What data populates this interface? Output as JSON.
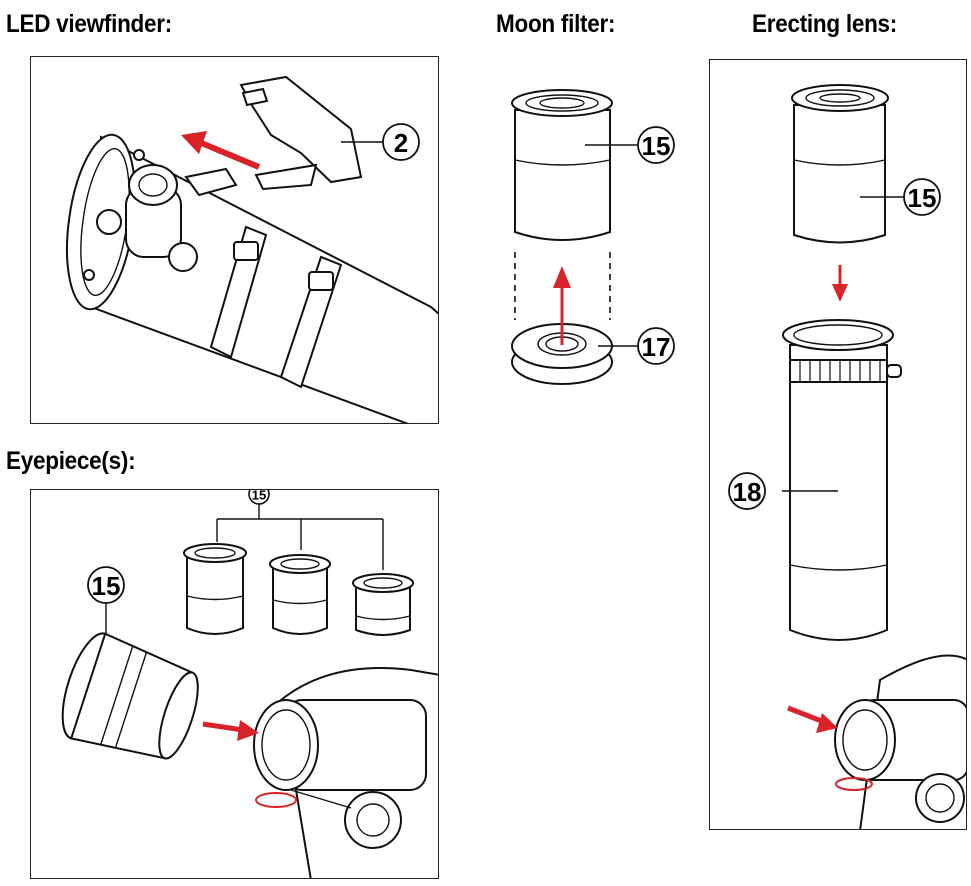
{
  "sections": {
    "led_viewfinder": {
      "title": "LED viewfinder:"
    },
    "moon_filter": {
      "title": "Moon filter:"
    },
    "erecting_lens": {
      "title": "Erecting lens:"
    },
    "eyepieces": {
      "title": "Eyepiece(s):"
    }
  },
  "callouts": {
    "viewfinder_part": "2",
    "moon_eyepiece": "15",
    "moon_filter_part": "17",
    "erecting_eyepiece": "15",
    "erecting_lens_part": "18",
    "eyepiece_group": "15",
    "eyepiece_single": "15"
  },
  "colors": {
    "arrow": "#d8232a",
    "line": "#111111",
    "background": "#ffffff"
  }
}
